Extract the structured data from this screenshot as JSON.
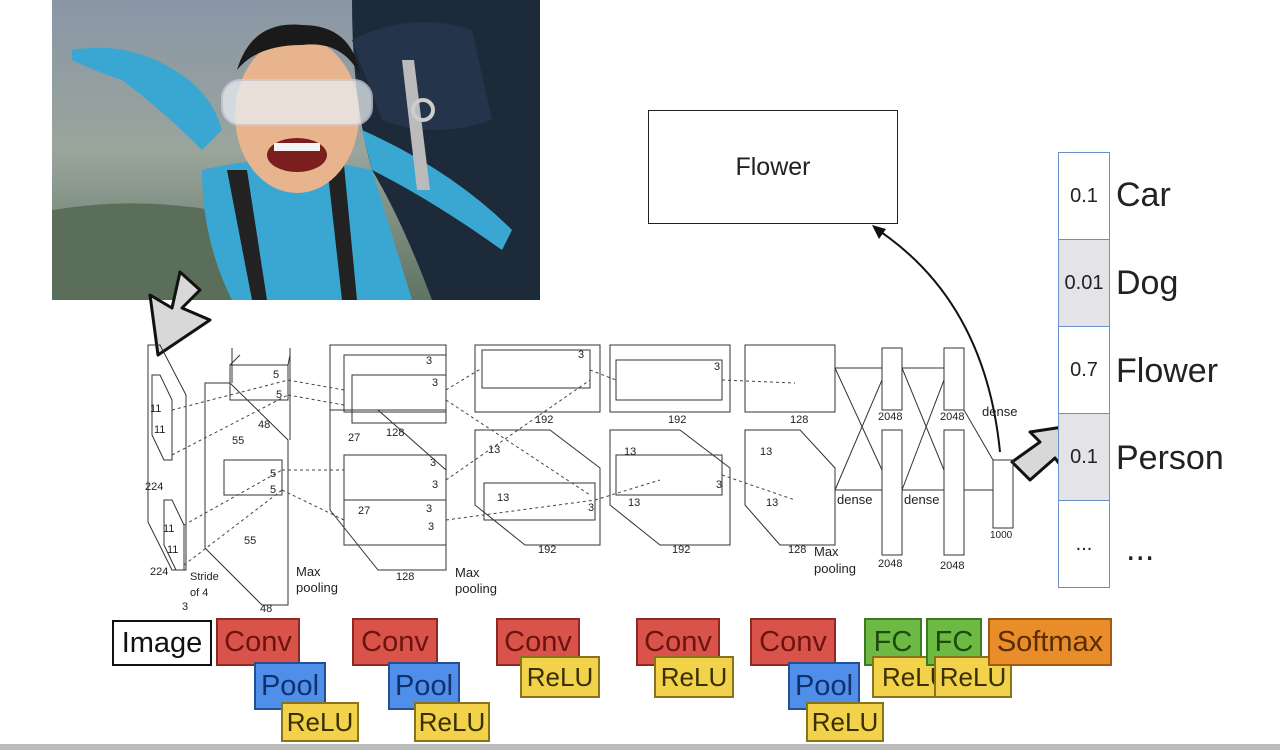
{
  "output": {
    "predicted_label": "Flower"
  },
  "probabilities": [
    {
      "value": "0.1",
      "label": "Car",
      "shaded": false
    },
    {
      "value": "0.01",
      "label": "Dog",
      "shaded": true
    },
    {
      "value": "0.7",
      "label": "Flower",
      "shaded": false
    },
    {
      "value": "0.1",
      "label": "Person",
      "shaded": true
    },
    {
      "value": "...",
      "label": "...",
      "shaded": false
    }
  ],
  "network": {
    "labels": {
      "top_5": "5",
      "top_5b": "5",
      "top_48": "48",
      "top_3a": "3",
      "top_3b": "3",
      "top_128a": "128",
      "top_3c": "3",
      "top_192a": "192",
      "top_3d": "3",
      "top_192b": "192",
      "top_128b": "128",
      "input_11a": "11",
      "input_11b": "11",
      "input_224a": "224",
      "input_11c": "11",
      "input_11d": "11",
      "input_224b": "224",
      "stride": "Stride",
      "of4": "of 4",
      "input_3": "3",
      "l1_55a": "55",
      "l1_55b": "55",
      "l1_48": "48",
      "bot_5": "5",
      "bot_5b": "5",
      "l2_27a": "27",
      "l2_27b": "27",
      "l2_128": "128",
      "bot_3a": "3",
      "bot_3b": "3",
      "bot_3c": "3",
      "bot_3d": "3",
      "l3_13a": "13",
      "l3_13b": "13",
      "l3_192": "192",
      "bot_3e": "3",
      "l4_13a": "13",
      "l4_13b": "13",
      "l4_192": "192",
      "bot_3f": "3",
      "l5_13a": "13",
      "l5_13b": "13",
      "l5_128": "128",
      "maxpool1": "Max",
      "maxpool1b": "pooling",
      "maxpool2": "Max",
      "maxpool2b": "pooling",
      "maxpool3": "Max",
      "maxpool3b": "pooling",
      "fc_2048a": "2048",
      "fc_2048b": "2048",
      "fc_2048c": "2048",
      "fc_2048d": "2048",
      "dense_a": "dense",
      "dense_b": "dense",
      "dense_c": "dense",
      "out_1000": "1000"
    }
  },
  "layer_tags": {
    "image": "Image",
    "conv1": "Conv",
    "pool1": "Pool",
    "relu1": "ReLU",
    "conv2": "Conv",
    "pool2": "Pool",
    "relu2": "ReLU",
    "conv3": "Conv",
    "relu3": "ReLU",
    "conv4": "Conv",
    "relu4": "ReLU",
    "conv5": "Conv",
    "pool5": "Pool",
    "relu5": "ReLU",
    "fc1": "FC",
    "relu6": "ReLU",
    "fc2": "FC",
    "relu7": "ReLU",
    "softmax": "Softmax"
  },
  "colors": {
    "conv": "#d9534a",
    "pool": "#4f8fea",
    "relu": "#f2d24b",
    "fc": "#6cb944",
    "softmax": "#e88d2a"
  }
}
